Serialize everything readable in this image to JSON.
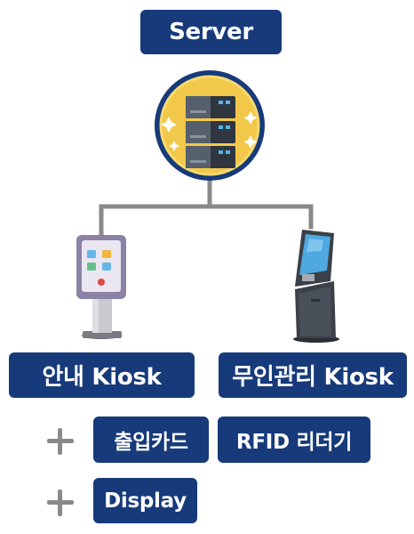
{
  "server": {
    "label": "Server"
  },
  "kiosks": [
    {
      "label": "안내 Kiosk"
    },
    {
      "label": "무인관리 Kiosk"
    }
  ],
  "options": {
    "row1": [
      "출입카드",
      "RFID 리더기"
    ],
    "row2": [
      "Display"
    ]
  },
  "colors": {
    "box_fill": "#173a7a",
    "connector": "#8a8a8a",
    "badge_ring": "#173a7a",
    "badge_fill": "#f2c84b"
  },
  "icons": [
    "server-rack-icon",
    "info-kiosk-icon",
    "self-service-kiosk-icon",
    "plus-icon"
  ]
}
